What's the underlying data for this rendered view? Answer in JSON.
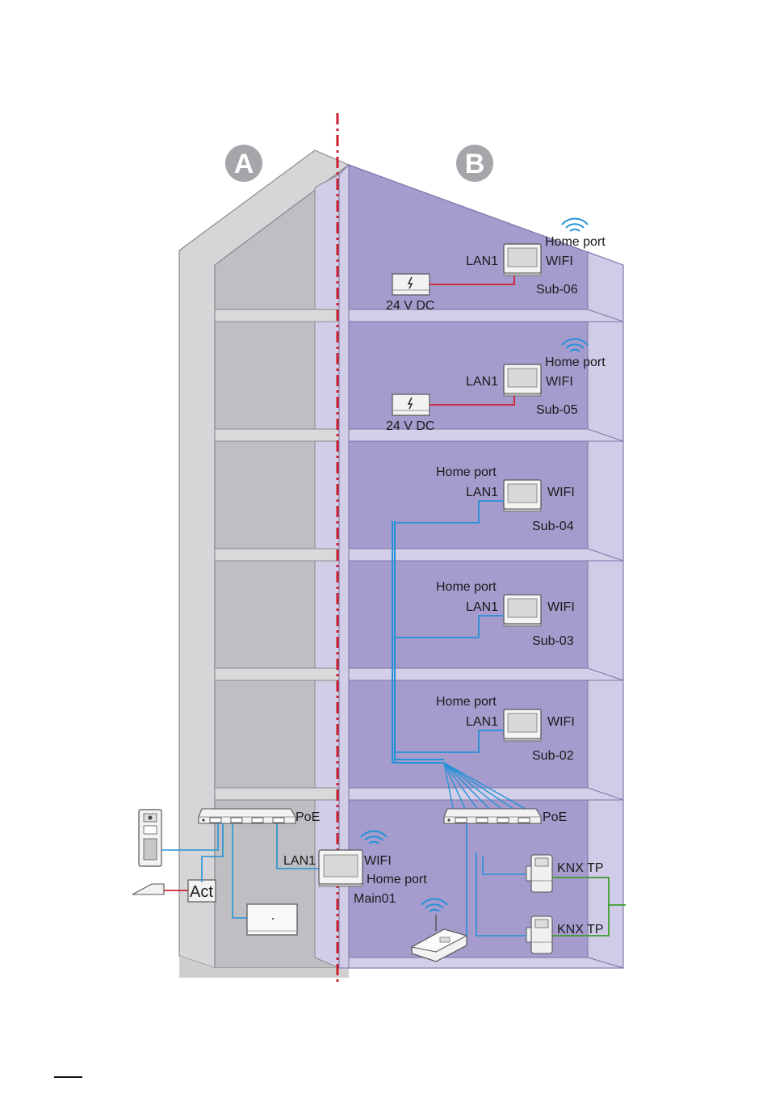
{
  "diagram": {
    "zone_a_label": "A",
    "zone_b_label": "B",
    "colors": {
      "zone_a_back": "#bfbfc3",
      "zone_a_side": "#d6d6d9",
      "zone_b_back": "#a59ccd",
      "zone_b_side": "#d0cbe6",
      "lan_cable": "#2492d6",
      "power_cable": "#cc1f2e",
      "knx_cable": "#3e9b2f",
      "divider": "#cc1f2e"
    },
    "floors": {
      "sub06": {
        "lan": "LAN1",
        "home": "Home port",
        "wifi": "WIFI",
        "name": "Sub-06",
        "psu": "24 V DC"
      },
      "sub05": {
        "lan": "LAN1",
        "home": "Home port",
        "wifi": "WIFI",
        "name": "Sub-05",
        "psu": "24 V DC"
      },
      "sub04": {
        "lan": "LAN1",
        "home": "Home port",
        "wifi": "WIFI",
        "name": "Sub-04"
      },
      "sub03": {
        "lan": "LAN1",
        "home": "Home port",
        "wifi": "WIFI",
        "name": "Sub-03"
      },
      "sub02": {
        "lan": "LAN1",
        "home": "Home port",
        "wifi": "WIFI",
        "name": "Sub-02"
      }
    },
    "ground": {
      "poe_left": "PoE",
      "poe_right": "PoE",
      "main_lan": "LAN1",
      "main_wifi": "WIFI",
      "main_home": "Home port",
      "main_name": "Main01",
      "actuator": "Act",
      "knx1": "KNX TP",
      "knx2": "KNX TP"
    }
  }
}
